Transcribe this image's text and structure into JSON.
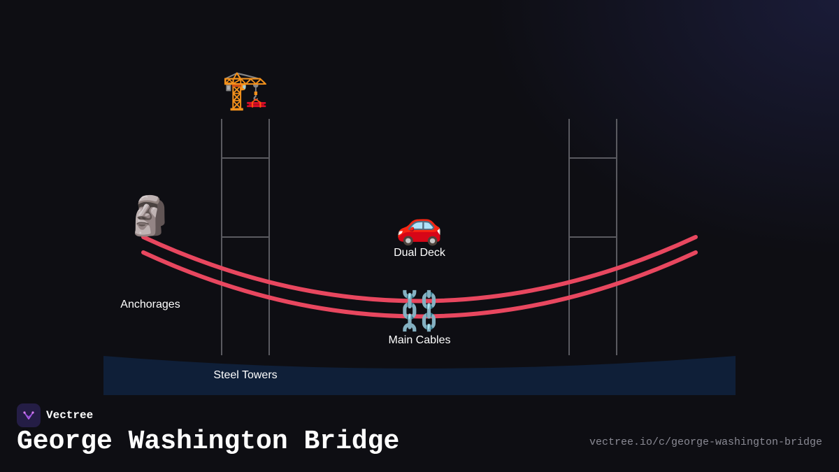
{
  "diagram": {
    "labels": {
      "anchorages": "Anchorages",
      "steel_towers": "Steel Towers",
      "dual_deck": "Dual Deck",
      "main_cables": "Main Cables"
    },
    "icons": {
      "anchorages": "moai-icon",
      "steel_towers": "construction-crane-icon",
      "dual_deck": "car-icon",
      "main_cables": "chain-icon"
    },
    "colors": {
      "cable": "#e8475f",
      "tower": "#5a5a60",
      "water": "#0f1f38",
      "background": "#0e0e13"
    }
  },
  "footer": {
    "brand": "Vectree",
    "title": "George Washington Bridge",
    "url": "vectree.io/c/george-washington-bridge"
  }
}
